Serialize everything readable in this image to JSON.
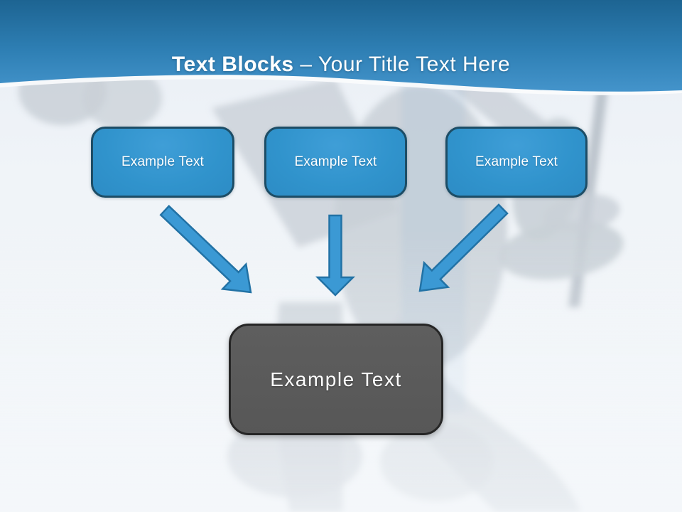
{
  "title": {
    "bold_text": "Text Blocks",
    "regular_text": " – Your Title Text Here"
  },
  "source_blocks": [
    {
      "label": "Example Text"
    },
    {
      "label": "Example Text"
    },
    {
      "label": "Example Text"
    }
  ],
  "target_block": {
    "label": "Example Text"
  },
  "icons": {
    "arrow_left": "arrow-down-right-icon",
    "arrow_middle": "arrow-down-icon",
    "arrow_right": "arrow-down-left-icon"
  },
  "colors": {
    "header_gradient_top": "#1d6492",
    "header_gradient_bottom": "#4494cb",
    "block_fill": "#3093cc",
    "block_border": "#1d4d66",
    "arrow_fill": "#3b99d4",
    "arrow_border": "#2272a5",
    "target_fill": "#595959",
    "target_border": "#262626",
    "title_text": "#ffffff",
    "background": "#eef2f7",
    "silhouette": "#c9d0d7"
  }
}
